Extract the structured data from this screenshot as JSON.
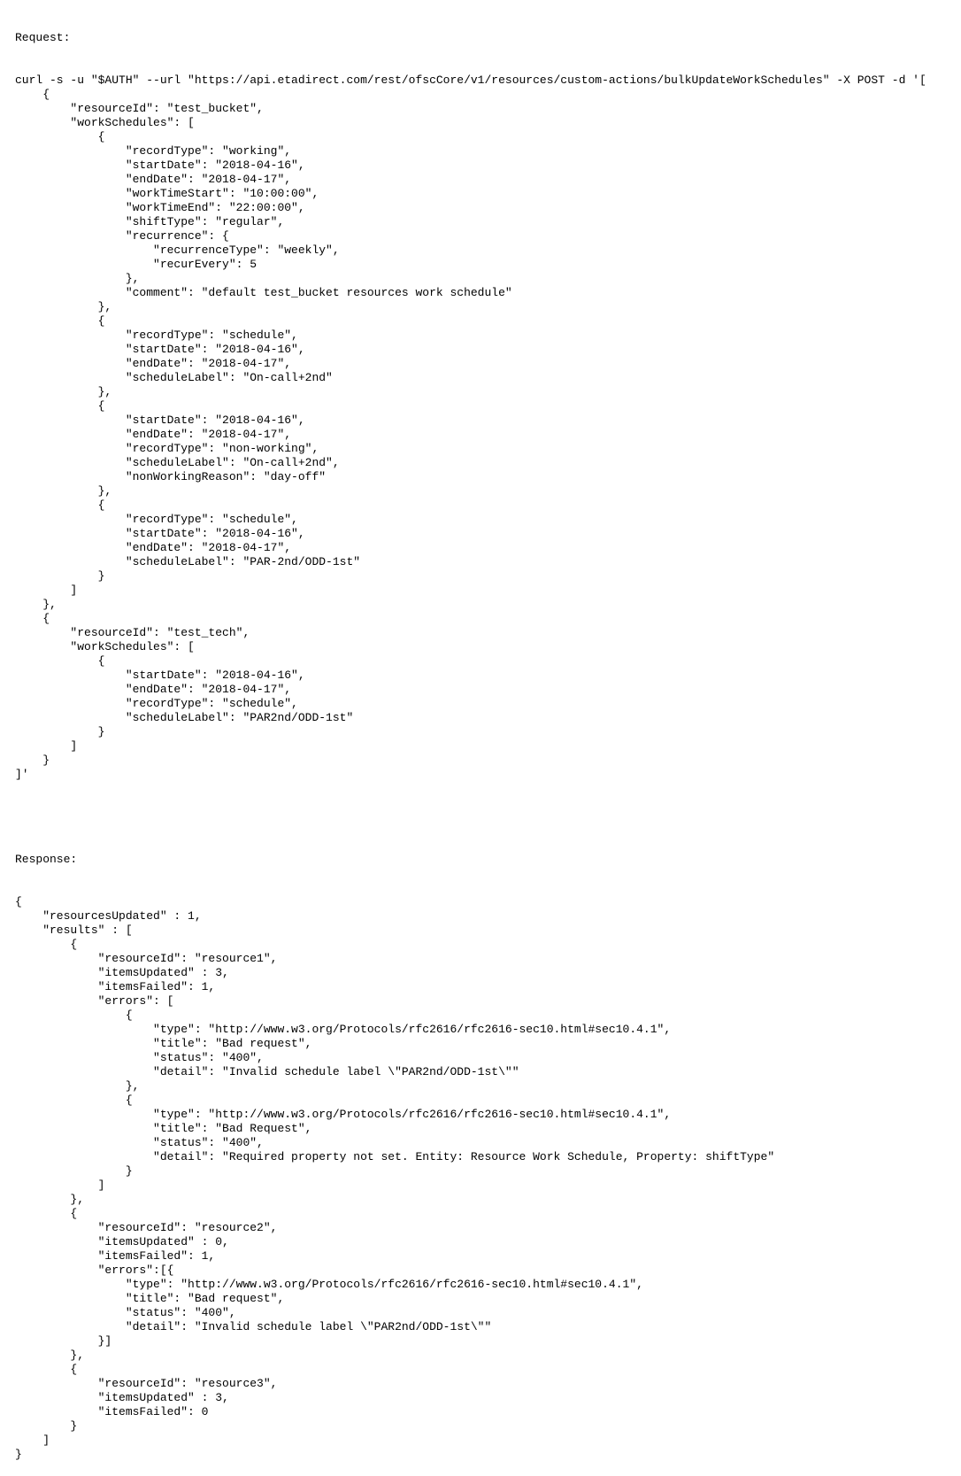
{
  "request": {
    "label": "Request:",
    "lines": [
      "curl -s -u \"$AUTH\" --url \"https://api.etadirect.com/rest/ofscCore/v1/resources/custom-actions/bulkUpdateWorkSchedules\" -X POST -d '[",
      "    {",
      "        \"resourceId\": \"test_bucket\",",
      "        \"workSchedules\": [",
      "            {",
      "                \"recordType\": \"working\",",
      "                \"startDate\": \"2018-04-16\",",
      "                \"endDate\": \"2018-04-17\",",
      "                \"workTimeStart\": \"10:00:00\",",
      "                \"workTimeEnd\": \"22:00:00\",",
      "                \"shiftType\": \"regular\",",
      "                \"recurrence\": {",
      "                    \"recurrenceType\": \"weekly\",",
      "                    \"recurEvery\": 5",
      "                },",
      "                \"comment\": \"default test_bucket resources work schedule\"",
      "            },",
      "            {",
      "                \"recordType\": \"schedule\",",
      "                \"startDate\": \"2018-04-16\",",
      "                \"endDate\": \"2018-04-17\",",
      "                \"scheduleLabel\": \"On-call+2nd\"",
      "            },",
      "            {",
      "                \"startDate\": \"2018-04-16\",",
      "                \"endDate\": \"2018-04-17\",",
      "                \"recordType\": \"non-working\",",
      "                \"scheduleLabel\": \"On-call+2nd\",",
      "                \"nonWorkingReason\": \"day-off\"",
      "            },",
      "            {",
      "                \"recordType\": \"schedule\",",
      "                \"startDate\": \"2018-04-16\",",
      "                \"endDate\": \"2018-04-17\",",
      "                \"scheduleLabel\": \"PAR-2nd/ODD-1st\"",
      "            }",
      "        ]",
      "    },",
      "    {",
      "        \"resourceId\": \"test_tech\",",
      "        \"workSchedules\": [",
      "            {",
      "                \"startDate\": \"2018-04-16\",",
      "                \"endDate\": \"2018-04-17\",",
      "                \"recordType\": \"schedule\",",
      "                \"scheduleLabel\": \"PAR2nd/ODD-1st\"",
      "            }",
      "        ]",
      "    }",
      "]'"
    ]
  },
  "response": {
    "label": "Response:",
    "lines": [
      "{",
      "    \"resourcesUpdated\" : 1,",
      "    \"results\" : [",
      "        {",
      "            \"resourceId\": \"resource1\",",
      "            \"itemsUpdated\" : 3,",
      "            \"itemsFailed\": 1,",
      "            \"errors\": [",
      "                {",
      "                    \"type\": \"http://www.w3.org/Protocols/rfc2616/rfc2616-sec10.html#sec10.4.1\",",
      "                    \"title\": \"Bad request\",",
      "                    \"status\": \"400\",",
      "                    \"detail\": \"Invalid schedule label \\\"PAR2nd/ODD-1st\\\"\"",
      "                },",
      "                {",
      "                    \"type\": \"http://www.w3.org/Protocols/rfc2616/rfc2616-sec10.html#sec10.4.1\",",
      "                    \"title\": \"Bad Request\",",
      "                    \"status\": \"400\",",
      "                    \"detail\": \"Required property not set. Entity: Resource Work Schedule, Property: shiftType\"",
      "                }",
      "            ]",
      "        },",
      "        {",
      "            \"resourceId\": \"resource2\",",
      "            \"itemsUpdated\" : 0,",
      "            \"itemsFailed\": 1,",
      "            \"errors\":[{",
      "                \"type\": \"http://www.w3.org/Protocols/rfc2616/rfc2616-sec10.html#sec10.4.1\",",
      "                \"title\": \"Bad request\",",
      "                \"status\": \"400\",",
      "                \"detail\": \"Invalid schedule label \\\"PAR2nd/ODD-1st\\\"\"",
      "            }]",
      "        },",
      "        {",
      "            \"resourceId\": \"resource3\",",
      "            \"itemsUpdated\" : 3,",
      "            \"itemsFailed\": 0",
      "        }",
      "    ]",
      "}"
    ]
  }
}
